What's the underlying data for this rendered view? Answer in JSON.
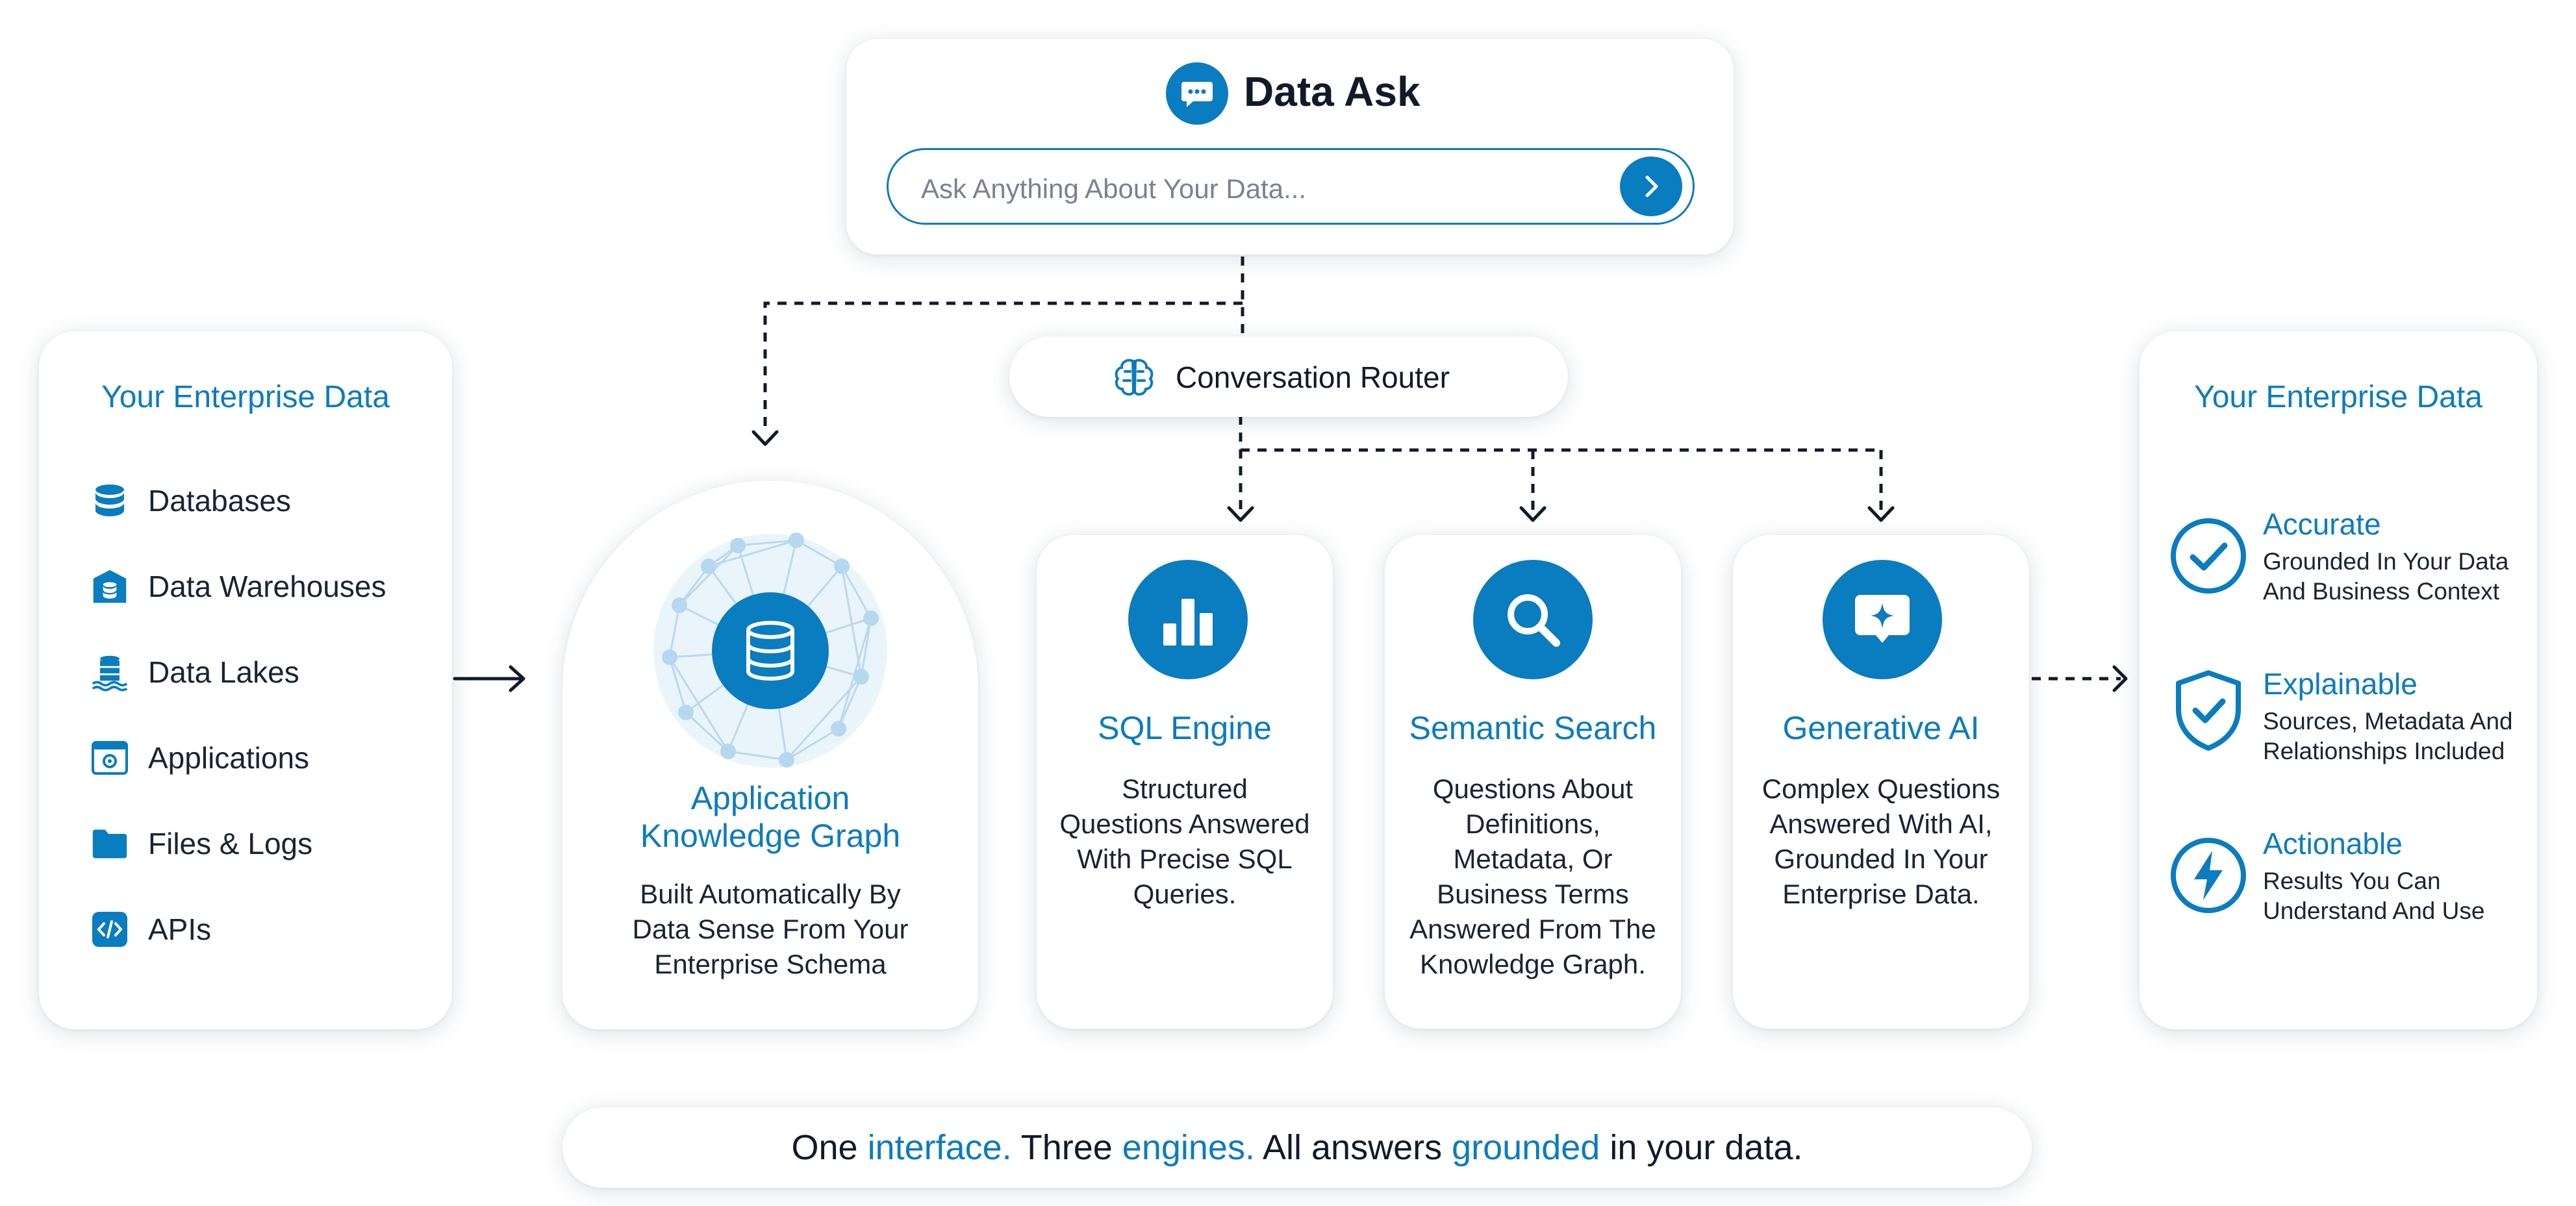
{
  "header": {
    "title": "Data Ask",
    "placeholder": "Ask Anything About Your Data..."
  },
  "router": {
    "label": "Conversation Router"
  },
  "sources": {
    "title": "Your Enterprise Data",
    "items": [
      {
        "label": "Databases",
        "icon": "database-icon"
      },
      {
        "label": "Data Warehouses",
        "icon": "warehouse-icon"
      },
      {
        "label": "Data Lakes",
        "icon": "data-lake-icon"
      },
      {
        "label": "Applications",
        "icon": "application-icon"
      },
      {
        "label": "Files & Logs",
        "icon": "folder-icon"
      },
      {
        "label": "APIs",
        "icon": "code-icon"
      }
    ]
  },
  "knowledge_graph": {
    "title_line1": "Application",
    "title_line2": "Knowledge Graph",
    "desc_lines": [
      "Built Automatically By",
      "Data Sense From Your",
      "Enterprise Schema"
    ]
  },
  "engines": [
    {
      "title": "SQL Engine",
      "icon": "bar-chart-icon",
      "desc_lines": [
        "Structured",
        "Questions Answered",
        "With Precise SQL",
        "Queries."
      ]
    },
    {
      "title": "Semantic Search",
      "icon": "search-icon",
      "desc_lines": [
        "Questions About",
        "Definitions,",
        "Metadata, Or",
        "Business Terms",
        "Answered From The",
        "Knowledge Graph."
      ]
    },
    {
      "title": "Generative AI",
      "icon": "sparkle-chat-icon",
      "desc_lines": [
        "Complex Questions",
        "Answered With AI,",
        "Grounded In Your",
        "Enterprise Data."
      ]
    }
  ],
  "outcomes": {
    "title": "Your Enterprise Data",
    "items": [
      {
        "title": "Accurate",
        "desc_lines": [
          "Grounded In Your Data",
          "And Business Context"
        ],
        "icon": "check-circle-icon"
      },
      {
        "title": "Explainable",
        "desc_lines": [
          "Sources, Metadata And",
          "Relationships Included"
        ],
        "icon": "shield-check-icon"
      },
      {
        "title": "Actionable",
        "desc_lines": [
          "Results You Can",
          "Understand And Use"
        ],
        "icon": "lightning-icon"
      }
    ]
  },
  "tagline": {
    "parts": [
      {
        "text": "One ",
        "accent": false
      },
      {
        "text": "interface.",
        "accent": true
      },
      {
        "text": " Three ",
        "accent": false
      },
      {
        "text": "engines.",
        "accent": true
      },
      {
        "text": " All answers ",
        "accent": false
      },
      {
        "text": "grounded",
        "accent": true
      },
      {
        "text": " in your data.",
        "accent": false
      }
    ]
  },
  "colors": {
    "accent": "#0a7cc0",
    "text": "#1b2333"
  }
}
